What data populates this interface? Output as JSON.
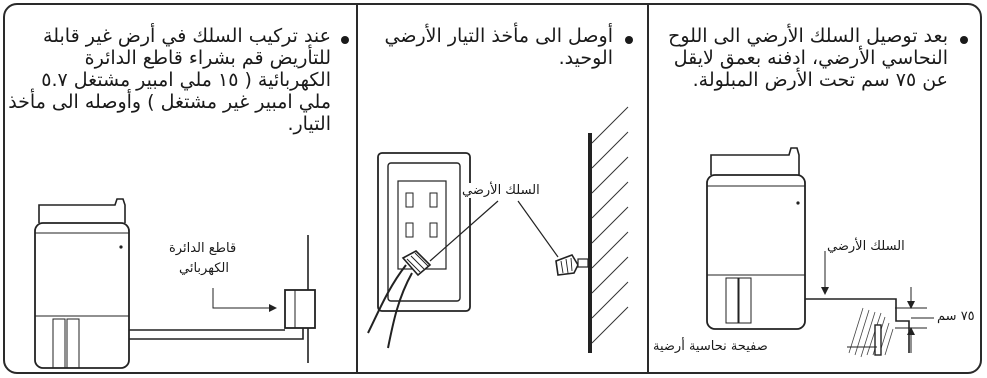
{
  "panels": {
    "right": {
      "text": "بعد توصيل السلك الأرضي الى اللوح النحاسي الأرضي، ادفنه بعمق لايقل عن ٧٥ سم تحت الأرض المبلولة.",
      "labels": {
        "ground_wire": "السلك الأرضي",
        "depth": "٧٥ سم",
        "copper_plate": "صفيحة نحاسية أرضية"
      }
    },
    "middle": {
      "text": "أوصل الى مأخذ التيار الأرضي الوحيد.",
      "labels": {
        "ground_wire": "السلك الأرضي"
      }
    },
    "left": {
      "text": "عند تركيب السلك في أرض غير قابلة للتأريض قم بشراء قاطع الدائرة الكهربائية ( ١٥ ملي امبير مشتغل ٥.٧ ملي امبير غير مشتغل ) وأوصله الى مأخذ التيار.",
      "labels": {
        "breaker_line1": "قاطع الدائرة",
        "breaker_line2": "الكهربائي"
      }
    }
  }
}
